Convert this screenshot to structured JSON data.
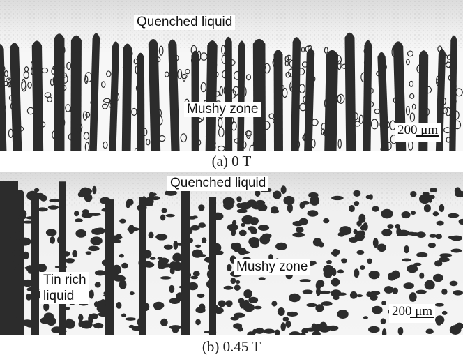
{
  "panels": [
    {
      "id": "a",
      "labels": {
        "top": "Quenched liquid",
        "middle": "Mushy zone"
      },
      "scale_bar": "200 μm",
      "caption": "(a) 0 T"
    },
    {
      "id": "b",
      "labels": {
        "top": "Quenched liquid",
        "middle": "Mushy zone",
        "left_line1": "Tin rich",
        "left_line2": "liquid"
      },
      "scale_bar": "200 μm",
      "caption": "(b) 0.45 T"
    }
  ],
  "colors": {
    "dendrite": "#2c2c2c",
    "liquid": "#e9e9e9",
    "mush_bg": "#f4f4f4"
  }
}
